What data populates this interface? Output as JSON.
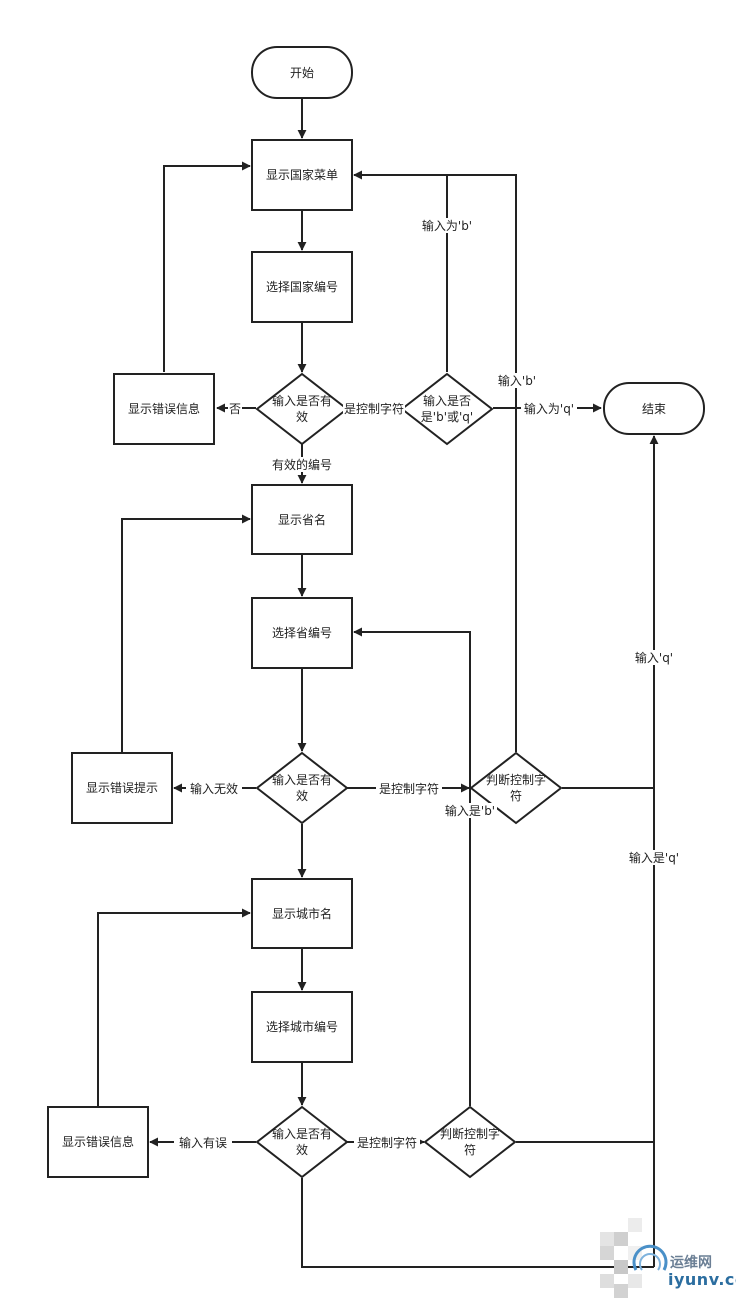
{
  "nodes": {
    "start": "开始",
    "end": "结束",
    "show_country_menu": "显示国家菜单",
    "select_country": "选择国家编号",
    "country_valid": [
      "输入是否有",
      "效"
    ],
    "country_error": "显示错误信息",
    "country_bq": [
      "输入是否",
      "是'b'或'q'"
    ],
    "show_province": "显示省名",
    "select_province": "选择省编号",
    "province_valid": [
      "输入是否有",
      "效"
    ],
    "province_error": "显示错误提示",
    "province_ctrl": [
      "判断控制字",
      "符"
    ],
    "show_city": "显示城市名",
    "select_city": "选择城市编号",
    "city_valid": [
      "输入是否有",
      "效"
    ],
    "city_error": "显示错误信息",
    "city_ctrl": [
      "判断控制字",
      "符"
    ]
  },
  "edges": {
    "country_no": "否",
    "country_is_ctrl": "是控制字符",
    "input_b_top": "输入为'b'",
    "input_q_end": "输入为'q'",
    "valid_number": "有效的编号",
    "input_b_right": "输入'b'",
    "input_invalid": "输入无效",
    "province_is_ctrl": "是控制字符",
    "input_is_b": "输入是'b'",
    "input_q_right": "输入'q'",
    "input_is_q": "输入是'q'",
    "input_wrong": "输入有误",
    "city_is_ctrl": "是控制字符"
  },
  "watermark": {
    "title": "运维网",
    "subtitle": "iyunv.com"
  }
}
